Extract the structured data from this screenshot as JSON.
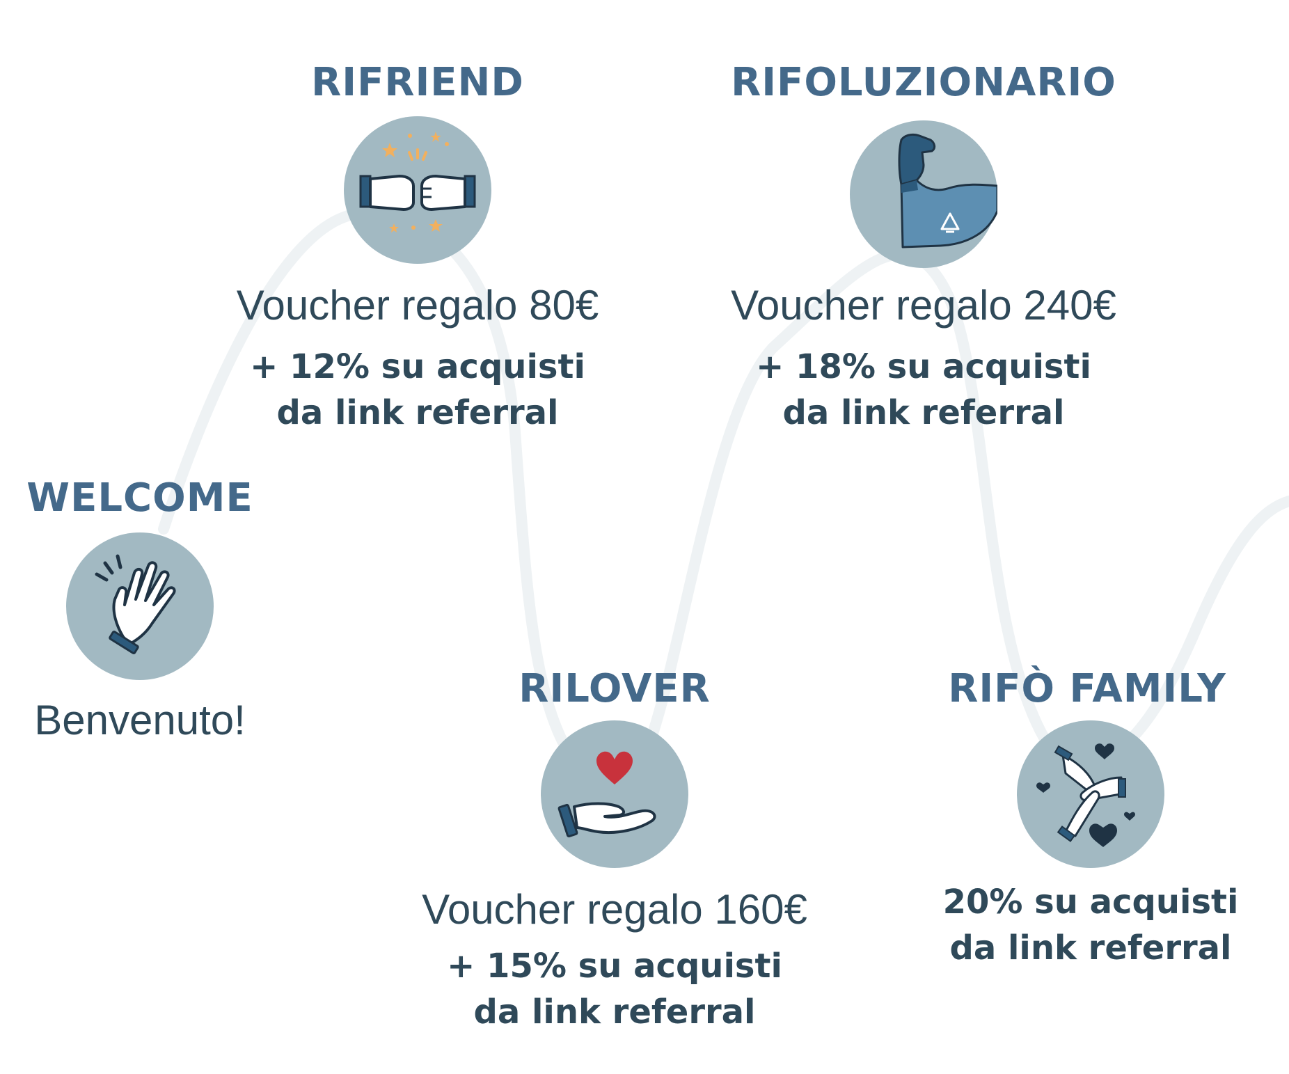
{
  "levels": [
    {
      "title": "WELCOME",
      "icon": "waving-hand-icon",
      "voucher": "Benvenuto!",
      "bonus_line1": "",
      "bonus_line2": ""
    },
    {
      "title": "RIFRIEND",
      "icon": "fist-bump-icon",
      "voucher": "Voucher regalo 80€",
      "bonus_line1": "+ 12% su acquisti",
      "bonus_line2": "da link referral"
    },
    {
      "title": "RILOVER",
      "icon": "heart-in-hand-icon",
      "voucher": "Voucher regalo 160€",
      "bonus_line1": "+ 15% su acquisti",
      "bonus_line2": "da link referral"
    },
    {
      "title": "RIFOLUZIONARIO",
      "icon": "flexed-arm-recycle-icon",
      "voucher": "Voucher regalo 240€",
      "bonus_line1": "+ 18% su acquisti",
      "bonus_line2": "da link referral"
    },
    {
      "title": "RIFÒ FAMILY",
      "icon": "stacked-hands-hearts-icon",
      "voucher": "",
      "bonus_line1": "20% su acquisti",
      "bonus_line2": "da link referral"
    }
  ],
  "colors": {
    "title": "#44698a",
    "text": "#2f4959",
    "badge": "#a2b9c2",
    "path": "#eef2f4",
    "accent_dark": "#2c5a7c",
    "accent_mid": "#5d8fb2",
    "heart": "#c8323c",
    "star": "#f2b05e"
  }
}
